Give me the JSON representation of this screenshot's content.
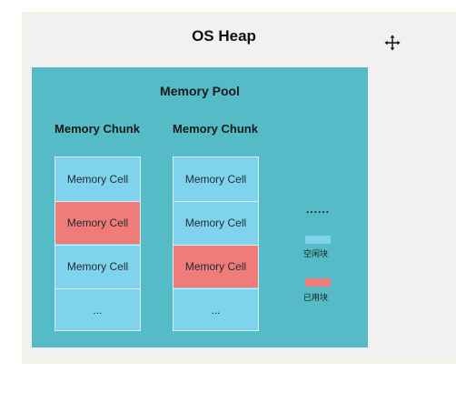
{
  "heap": {
    "title": "OS Heap"
  },
  "pool": {
    "title": "Memory Pool"
  },
  "chunks": [
    {
      "title": "Memory Chunk",
      "cells": [
        {
          "label": "Memory Cell",
          "state": "free"
        },
        {
          "label": "Memory Cell",
          "state": "used"
        },
        {
          "label": "Memory Cell",
          "state": "free"
        },
        {
          "label": "...",
          "state": "free"
        }
      ]
    },
    {
      "title": "Memory Chunk",
      "cells": [
        {
          "label": "Memory Cell",
          "state": "free"
        },
        {
          "label": "Memory Cell",
          "state": "free"
        },
        {
          "label": "Memory Cell",
          "state": "used"
        },
        {
          "label": "...",
          "state": "free"
        }
      ]
    }
  ],
  "more_chunks": "......",
  "legend": {
    "free": {
      "label": "空闲块",
      "color": "#7fd3ed"
    },
    "used": {
      "label": "已用块",
      "color": "#f07c79"
    }
  },
  "colors": {
    "heap_bg": "#f1f1f1",
    "pool_bg": "#55bbc6",
    "free_cell": "#7fd3ed",
    "used_cell": "#f07c79"
  },
  "icons": {
    "move": "move-arrows-icon"
  }
}
